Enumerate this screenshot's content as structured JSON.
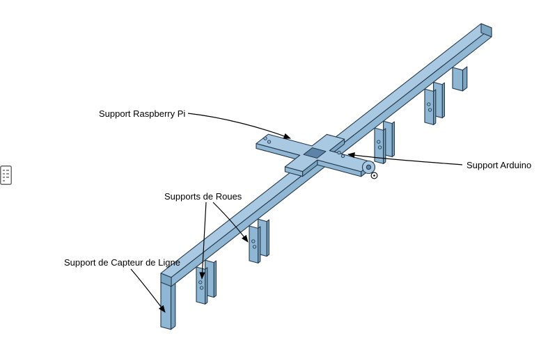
{
  "page": {
    "title_visible": false
  },
  "annotations": [
    {
      "text": "Support Raspberry Pi"
    },
    {
      "text": "Support Arduino"
    },
    {
      "text": "Supports de Roues"
    },
    {
      "text": "Support de Capteur de Ligne"
    }
  ],
  "icons": {
    "panel_toggle": "markup-list-icon"
  },
  "colors": {
    "background": "#ffffff",
    "top": "#a9c9e2",
    "front": "#8fb6d2",
    "side": "#7aa6c4",
    "hole": "#5d84a6",
    "outline": "#23374a",
    "label": "#000000"
  }
}
